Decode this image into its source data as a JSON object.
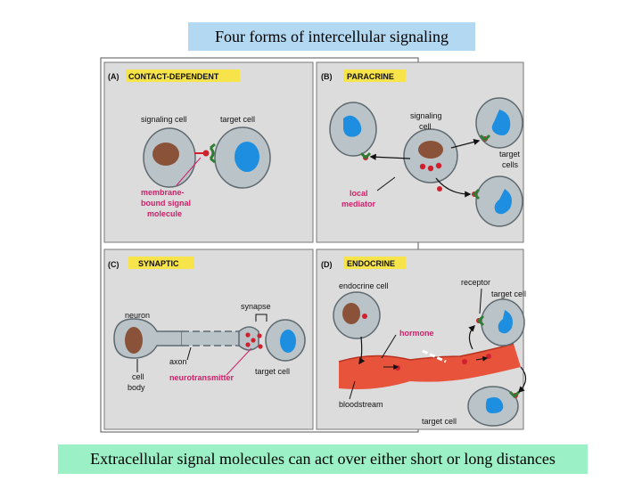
{
  "title": "Four forms of intercellular signaling",
  "caption": "Extracellular signal molecules can act over either short or long distances",
  "colors": {
    "title_bg": "#b3d9f2",
    "caption_bg": "#9cf0c6",
    "panel_bg": "#dcdcdc",
    "tag_bg": "#f7e34a",
    "cell_fill": "#b9c3c8",
    "nucleus_brown": "#8a5238",
    "nucleus_blue": "#1e8fe0",
    "signal_red": "#d0202e",
    "receptor_green": "#2e7d32",
    "label_red": "#d0206a",
    "blood_red": "#e8533c"
  },
  "panels": {
    "a": {
      "letter": "(A)",
      "tag": "CONTACT-DEPENDENT",
      "labels": {
        "signaling_cell": "signaling cell",
        "target_cell": "target cell",
        "molecule_1": "membrane-",
        "molecule_2": "bound signal",
        "molecule_3": "molecule"
      }
    },
    "b": {
      "letter": "(B)",
      "tag": "PARACRINE",
      "labels": {
        "signaling_1": "signaling",
        "signaling_2": "cell",
        "target_1": "target",
        "target_2": "cells",
        "mediator_1": "local",
        "mediator_2": "mediator"
      }
    },
    "c": {
      "letter": "(C)",
      "tag": "SYNAPTIC",
      "labels": {
        "synapse": "synapse",
        "neuron": "neuron",
        "axon": "axon",
        "cell_body_1": "cell",
        "cell_body_2": "body",
        "neurotransmitter": "neurotransmitter",
        "target_cell": "target cell"
      }
    },
    "d": {
      "letter": "(D)",
      "tag": "ENDOCRINE",
      "labels": {
        "endocrine_cell": "endocrine cell",
        "receptor": "receptor",
        "target_cell_top": "target cell",
        "hormone": "hormone",
        "bloodstream": "bloodstream",
        "target_cell_bottom": "target cell"
      }
    }
  }
}
